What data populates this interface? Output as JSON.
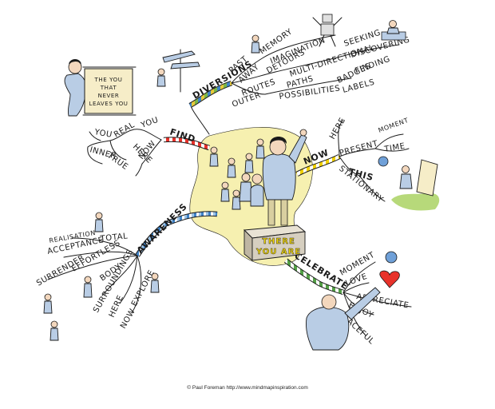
{
  "center": {
    "line1": "THERE",
    "line2": "YOU ARE"
  },
  "sign": {
    "line1": "THE YOU",
    "line2": "THAT",
    "line3": "NEVER",
    "line4": "LEAVES YOU"
  },
  "branches": {
    "find": "FIND",
    "diversions": "DIVERSIONS",
    "now": "NOW",
    "awareness": "AWARENESS",
    "celebrate": "CELEBRATE"
  },
  "find_words": {
    "you": "YOU",
    "real": "REAL",
    "you2": "YOU",
    "inner": "INNER",
    "true": "TRUE",
    "here": "HERE",
    "now": "NOW"
  },
  "diversions_words": {
    "past": "PAST",
    "memory": "MEMORY",
    "imagination": "IMAGINATION",
    "seeking": "SEEKING",
    "discovering": "DISCOVERING",
    "away": "AWAY",
    "detours": "DETOURS",
    "multi": "MULTI-DIRECTIONAL",
    "finding": "FINDING",
    "routes": "ROUTES",
    "paths": "PATHS",
    "badges": "BADGES",
    "possibilities": "POSSIBILITIES",
    "labels": "LABELS",
    "outer": "OUTER"
  },
  "now_words": {
    "here": "HERE",
    "moment": "MOMENT",
    "present": "PRESENT",
    "time": "TIME",
    "this": "THIS",
    "stationary": "STATIONARY"
  },
  "awareness_words": {
    "realisation": "REALISATION",
    "acceptance": "ACCEPTANCE",
    "total": "TOTAL",
    "surrender": "SURRENDER",
    "effortless": "EFFORTLESS",
    "body": "BODY",
    "surroundings": "SURROUNDINGS",
    "here": "HERE",
    "explore": "EXPLORE",
    "now": "NOW"
  },
  "celebrate_words": {
    "moment": "MOMENT",
    "love": "LOVE",
    "appreciate": "APPRECIATE",
    "enjoy": "ENJOY",
    "peaceful": "PEACEFUL"
  },
  "credit": "© Paul Foreman http://www.mindmapinspiration.com",
  "colors": {
    "shadow": "#f6f0b0",
    "box": "#d6cfc0",
    "box_text": "#f4d800",
    "figure": "#b9cde5",
    "find_branch": [
      "#e8322a",
      "#ffffff"
    ],
    "diversions_branch": [
      "#e7c93a",
      "#7bb648",
      "#3f83c8"
    ],
    "now_branch": [
      "#f0d000",
      "#ffffff"
    ],
    "awareness_branch": [
      "#3f83c8",
      "#ffffff",
      "#9bc2e6"
    ],
    "celebrate_branch": [
      "#53a046",
      "#ffffff"
    ]
  }
}
